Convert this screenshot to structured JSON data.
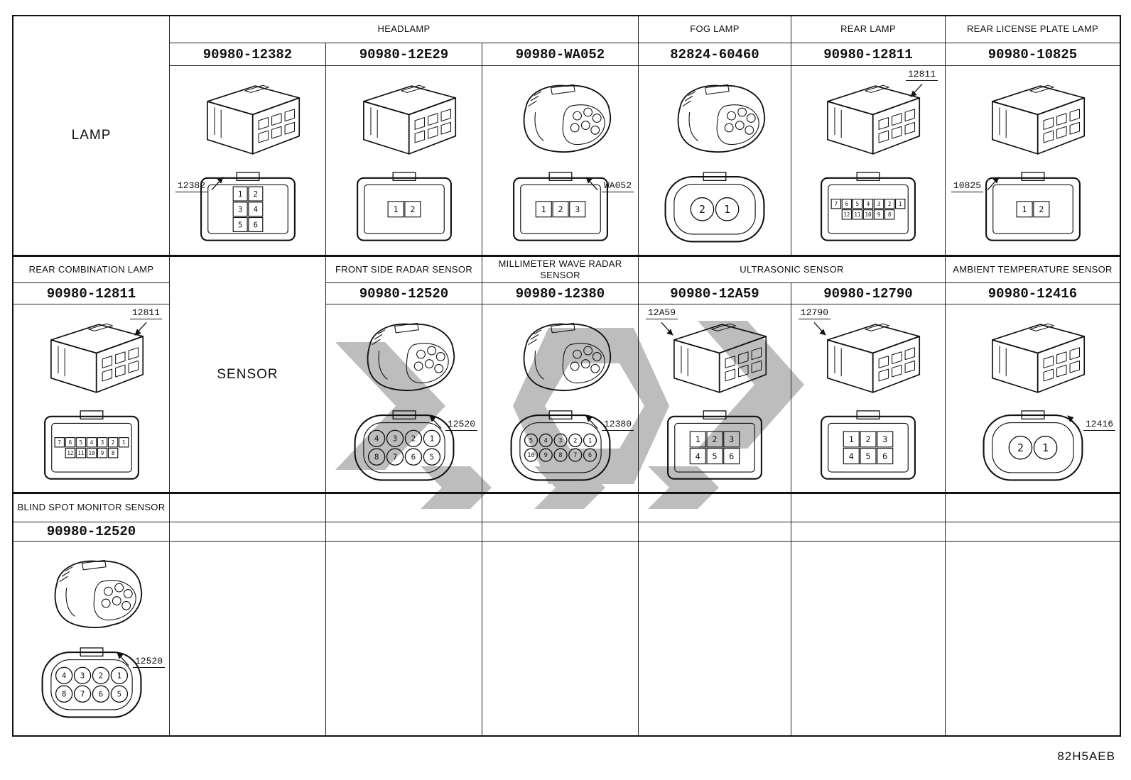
{
  "footer": {
    "code": "82H5AEB"
  },
  "labels": {
    "lamp": "LAMP",
    "sensor": "SENSOR"
  },
  "colors": {
    "line": "#111111",
    "watermark": "#bdbdbd",
    "background": "#ffffff"
  },
  "lamp_section": {
    "headers": {
      "headlamp": "HEADLAMP",
      "fog_lamp": "FOG LAMP",
      "rear_lamp": "REAR LAMP",
      "rear_license_plate_lamp": "REAR LICENSE PLATE LAMP"
    },
    "cells": [
      {
        "part_number": "90980-12382",
        "callout": "12382",
        "iso": "box",
        "pin_style": "square",
        "pin_rows": [
          [
            "1",
            "2"
          ],
          [
            "3",
            "4"
          ],
          [
            "5",
            "6"
          ]
        ]
      },
      {
        "part_number": "90980-12E29",
        "callout": "",
        "iso": "box",
        "pin_style": "square",
        "pin_rows": [
          [
            "1",
            "2"
          ]
        ]
      },
      {
        "part_number": "90980-WA052",
        "callout": "WA052",
        "iso": "round",
        "pin_style": "square",
        "pin_rows": [
          [
            "1",
            "2",
            "3"
          ]
        ]
      },
      {
        "part_number": "82824-60460",
        "callout": "",
        "iso": "round",
        "pin_style": "circle",
        "pin_rows": [
          [
            "2",
            "1"
          ]
        ]
      },
      {
        "part_number": "90980-12811",
        "callout": "12811",
        "iso": "box",
        "pin_style": "square",
        "pin_rows": [
          [
            "7",
            "6",
            "5",
            "4",
            "3",
            "2",
            "1"
          ],
          [
            "12",
            "11",
            "10",
            "9",
            "8"
          ]
        ]
      },
      {
        "part_number": "90980-10825",
        "callout": "10825",
        "iso": "box",
        "pin_style": "square",
        "pin_rows": [
          [
            "1",
            "2"
          ]
        ]
      }
    ]
  },
  "sensor_section": {
    "left_cell": {
      "header": "REAR COMBINATION LAMP",
      "part_number": "90980-12811",
      "callout": "12811",
      "iso": "box",
      "pin_style": "square",
      "pin_rows": [
        [
          "7",
          "6",
          "5",
          "4",
          "3",
          "2",
          "1"
        ],
        [
          "12",
          "11",
          "10",
          "9",
          "8"
        ]
      ]
    },
    "headers": {
      "front_side_radar": "FRONT SIDE RADAR SENSOR",
      "millimeter_wave": "MILLIMETER WAVE RADAR SENSOR",
      "ultrasonic": "ULTRASONIC SENSOR",
      "ambient_temperature": "AMBIENT TEMPERATURE SENSOR"
    },
    "cells": [
      {
        "part_number": "90980-12520",
        "callout": "12520",
        "iso": "round",
        "pin_style": "circle",
        "pin_rows": [
          [
            "4",
            "3",
            "2",
            "1"
          ],
          [
            "8",
            "7",
            "6",
            "5"
          ]
        ]
      },
      {
        "part_number": "90980-12380",
        "callout": "12380",
        "iso": "round",
        "pin_style": "circle",
        "pin_rows": [
          [
            "5",
            "4",
            "3",
            "2",
            "1"
          ],
          [
            "10",
            "9",
            "8",
            "7",
            "6"
          ]
        ]
      },
      {
        "part_number": "90980-12A59",
        "callout": "12A59",
        "iso": "box",
        "pin_style": "square",
        "pin_rows": [
          [
            "1",
            "2",
            "3"
          ],
          [
            "4",
            "5",
            "6"
          ]
        ]
      },
      {
        "part_number": "90980-12790",
        "callout": "12790",
        "iso": "box",
        "pin_style": "square",
        "pin_rows": [
          [
            "1",
            "2",
            "3"
          ],
          [
            "4",
            "5",
            "6"
          ]
        ]
      },
      {
        "part_number": "90980-12416",
        "callout": "12416",
        "iso": "box",
        "pin_style": "circle",
        "pin_rows": [
          [
            "2",
            "1"
          ]
        ]
      }
    ]
  },
  "blind_spot_section": {
    "left_cell": {
      "header": "BLIND SPOT MONITOR SENSOR",
      "part_number": "90980-12520",
      "callout": "12520",
      "iso": "round",
      "pin_style": "circle",
      "pin_rows": [
        [
          "4",
          "3",
          "2",
          "1"
        ],
        [
          "8",
          "7",
          "6",
          "5"
        ]
      ]
    }
  }
}
